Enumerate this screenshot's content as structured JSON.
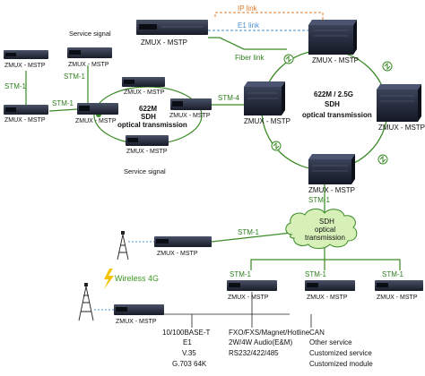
{
  "legend": {
    "ip_link": "IP link",
    "e1_link": "E1 link",
    "fiber_link": "Fiber link"
  },
  "colors": {
    "ip_link": "#e07a2a",
    "e1_link": "#4a8fd0",
    "fiber_link": "#3a8a26",
    "cloud": "#d6f0b8",
    "device": "#1e2433"
  },
  "device_label": "ZMUX - MSTP",
  "left_ring": {
    "line1": "622M",
    "line2": "SDH",
    "line3": "optical transmission"
  },
  "right_ring": {
    "line1": "622M / 2.5G",
    "line2": "SDH",
    "line3": "optical transmission"
  },
  "cloud": {
    "line1": "SDH",
    "line2": "optical",
    "line3": "transmission"
  },
  "service_signal": "Service signal",
  "stm1": "STM-1",
  "stm4": "STM-4",
  "wireless": "Wireless 4G",
  "services": {
    "col1": [
      "10/100BASE-T",
      "E1",
      "V.35",
      "G.703 64K"
    ],
    "col2": [
      "FXO/FXS/Magnet/Hotline",
      "2W/4W Audio(E&M)",
      "RS232/422/485"
    ],
    "col3": [
      "CAN",
      "Other service",
      "Customized service",
      "Customized module"
    ]
  }
}
